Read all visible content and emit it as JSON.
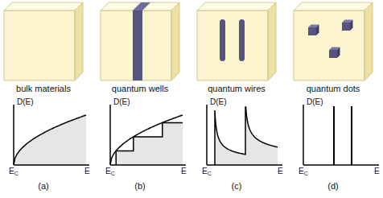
{
  "diagram": {
    "labels": [
      "bulk materials",
      "quantum wells",
      "quantum wires",
      "quantum dots",
      "D(E)",
      "EC",
      "E",
      "(a)",
      "D(E)",
      "EC",
      "E",
      "(b)",
      "D(E)",
      "EC",
      "E",
      "(c)",
      "D(E)",
      "EC",
      "E",
      "(d)"
    ]
  }
}
